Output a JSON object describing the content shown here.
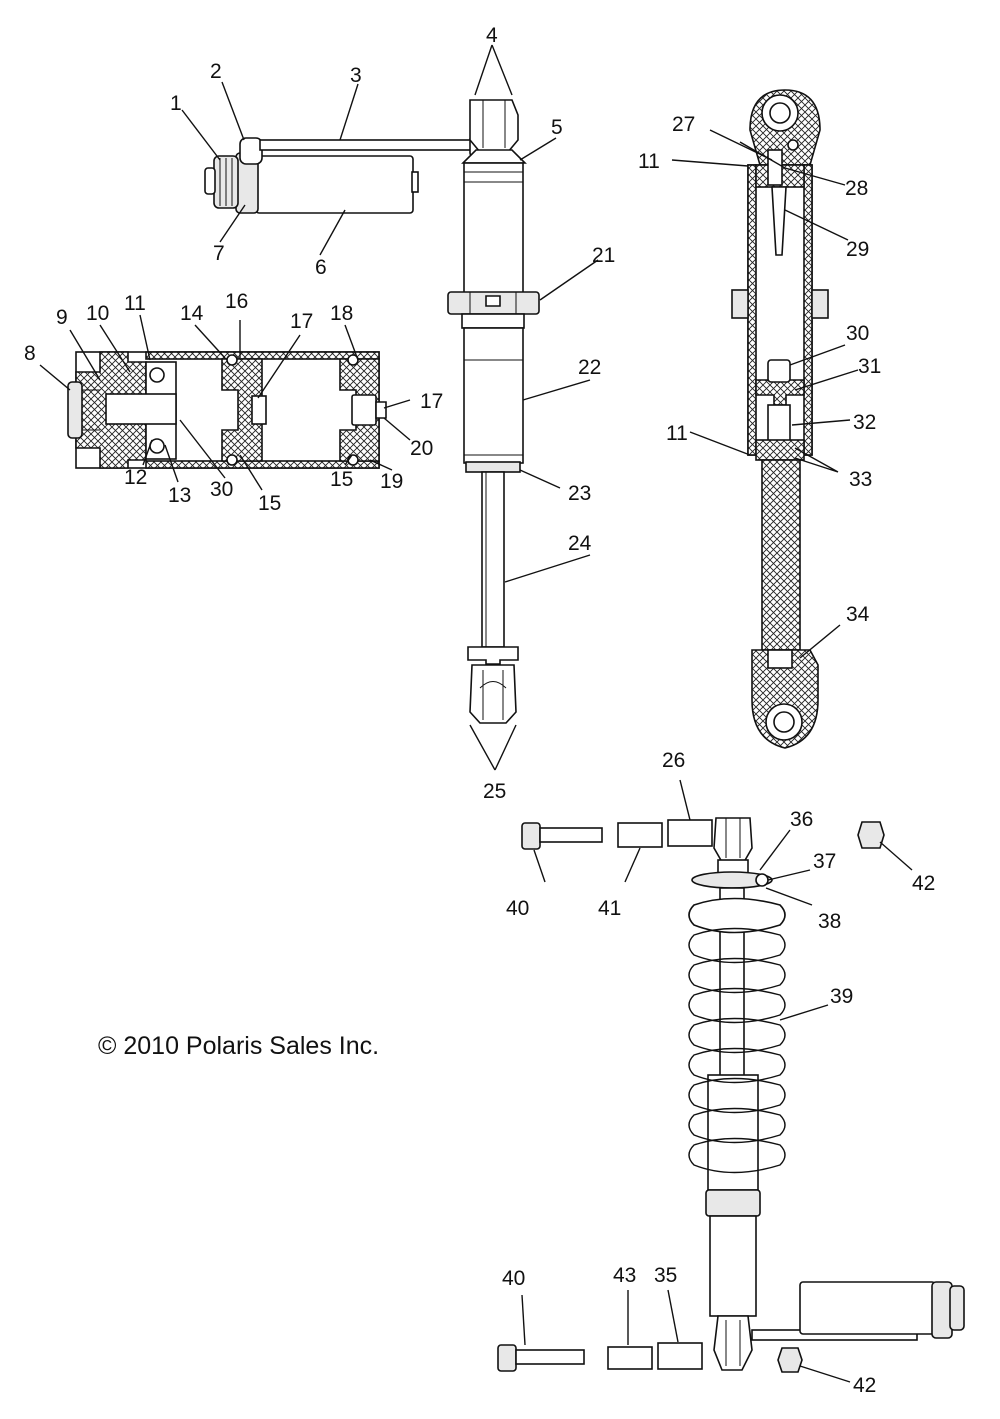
{
  "copyright": "© 2010 Polaris Sales Inc.",
  "callouts": {
    "c1": "1",
    "c2": "2",
    "c3": "3",
    "c4": "4",
    "c5": "5",
    "c6": "6",
    "c7": "7",
    "c8": "8",
    "c9": "9",
    "c10": "10",
    "c11a": "11",
    "c12": "12",
    "c13": "13",
    "c14": "14",
    "c15a": "15",
    "c16": "16",
    "c17a": "17",
    "c18": "18",
    "c17b": "17",
    "c20": "20",
    "c15b": "15",
    "c19": "19",
    "c30a": "30",
    "c21": "21",
    "c22": "22",
    "c23": "23",
    "c24": "24",
    "c25": "25",
    "c27": "27",
    "c11b": "11",
    "c28": "28",
    "c29": "29",
    "c30b": "30",
    "c31": "31",
    "c32": "32",
    "c11c": "11",
    "c33": "33",
    "c34": "34",
    "c26": "26",
    "c36": "36",
    "c37": "37",
    "c38": "38",
    "c40a": "40",
    "c41": "41",
    "c42a": "42",
    "c39": "39",
    "c40b": "40",
    "c43": "43",
    "c35": "35",
    "c42b": "42"
  }
}
